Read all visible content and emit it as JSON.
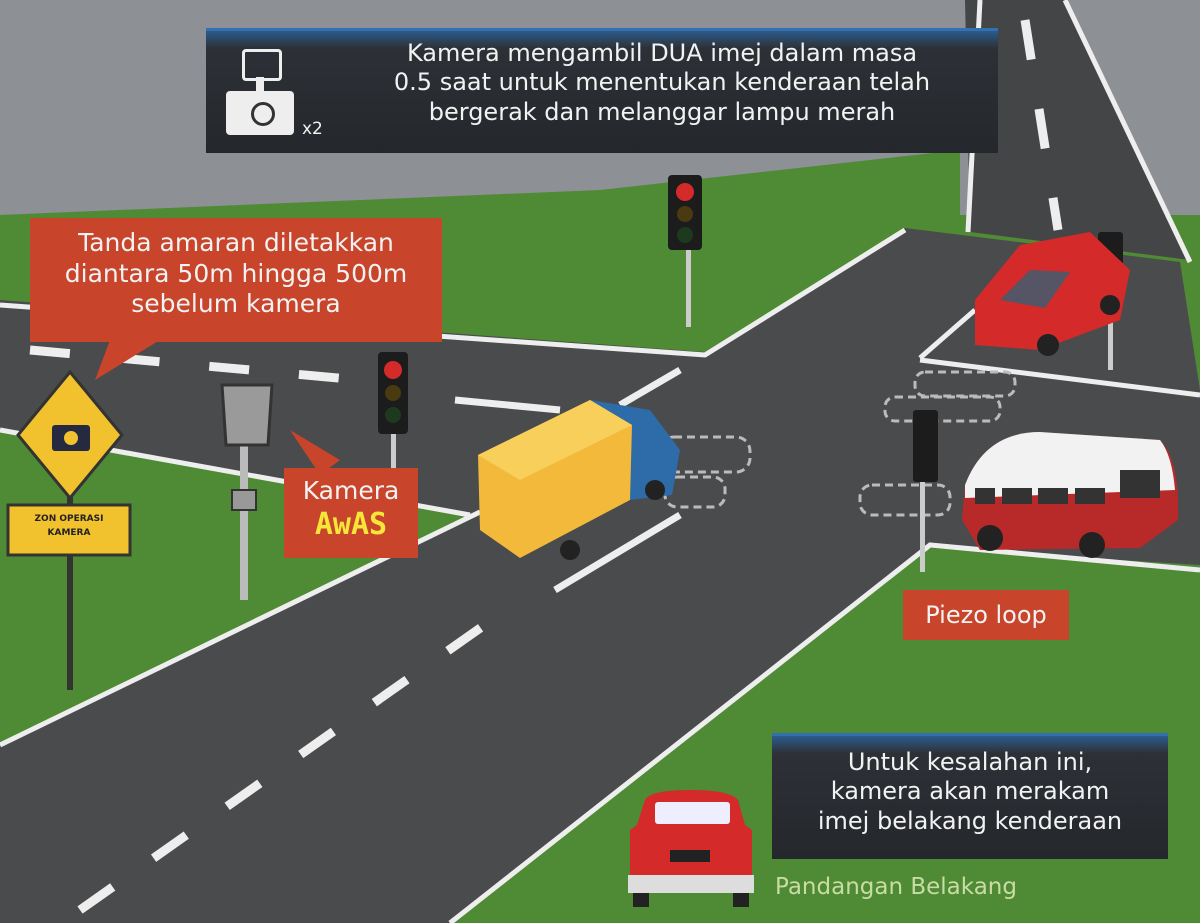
{
  "top_note": {
    "text_lines": [
      "Kamera mengambil DUA imej dalam masa",
      "0.5 saat untuk menentukan kenderaan telah",
      "bergerak dan melanggar lampu merah"
    ],
    "multiplier": "x2"
  },
  "warning_note": {
    "text_lines": [
      "Tanda amaran diletakkan",
      "diantara 50m hingga 500m",
      "sebelum kamera"
    ]
  },
  "sign": {
    "label_lines": [
      "ZON OPERASI",
      "KAMERA"
    ]
  },
  "camera_label": {
    "line1": "Kamera",
    "line2": "AwAS"
  },
  "piezo_label": "Piezo loop",
  "bottom_note": {
    "text_lines": [
      "Untuk kesalahan ini,",
      "kamera akan merakam",
      "imej belakang kenderaan"
    ]
  },
  "rear_view_caption": "Pandangan Belakang",
  "colors": {
    "grass": "#4f8a35",
    "road": "#4a4b4d",
    "label_red": "#c8442a",
    "sign_yellow": "#f2c12e",
    "awas_yellow": "#f7e63a"
  }
}
